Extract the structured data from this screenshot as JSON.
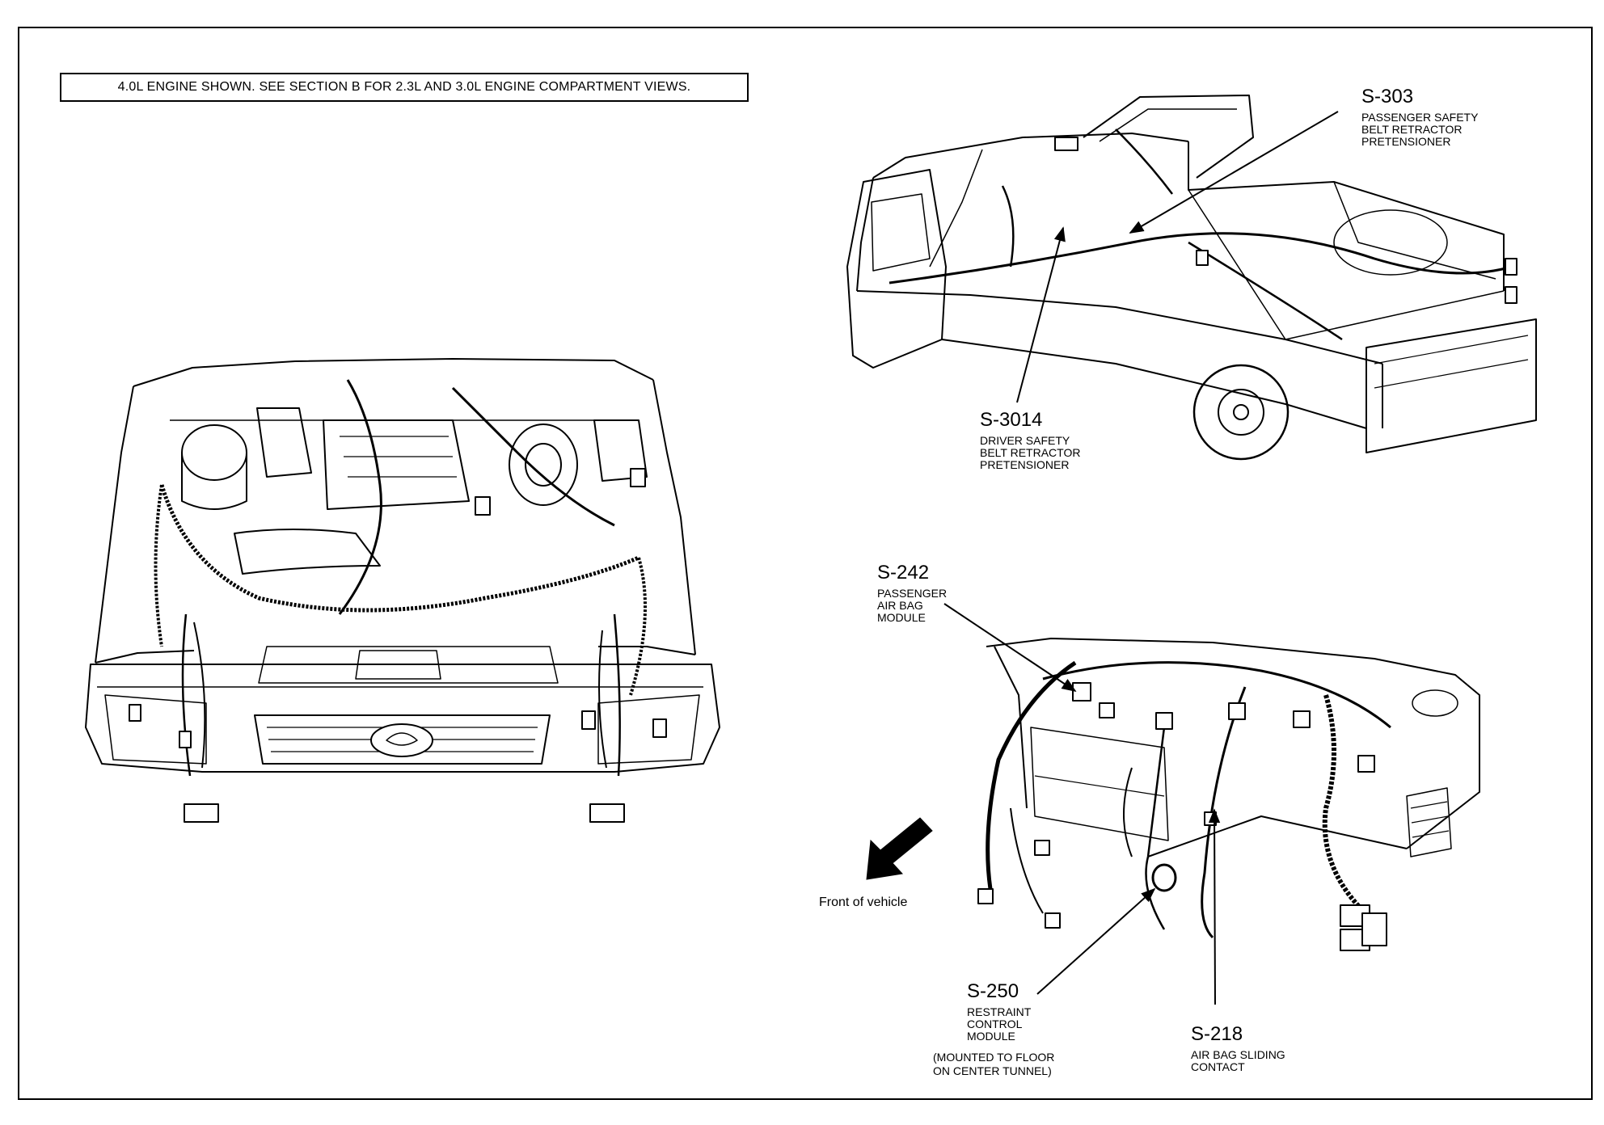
{
  "note": "4.0L ENGINE SHOWN. SEE SECTION B FOR 2.3L AND 3.0L ENGINE COMPARTMENT VIEWS.",
  "callouts": [
    {
      "id": "s303",
      "code": "S-303",
      "desc": "PASSENGER SAFETY\nBELT RETRACTOR\nPRETENSIONER"
    },
    {
      "id": "s3014",
      "code": "S-3014",
      "desc": "DRIVER SAFETY\nBELT RETRACTOR\nPRETENSIONER"
    },
    {
      "id": "s242",
      "code": "S-242",
      "desc": "PASSENGER\nAIR BAG\nMODULE"
    },
    {
      "id": "s250",
      "code": "S-250",
      "desc": "RESTRAINT\nCONTROL\nMODULE",
      "extra": "(MOUNTED TO FLOOR\nON CENTER TUNNEL)"
    },
    {
      "id": "s218",
      "code": "S-218",
      "desc": "AIR BAG SLIDING\nCONTACT"
    }
  ],
  "front_label": "Front of vehicle"
}
